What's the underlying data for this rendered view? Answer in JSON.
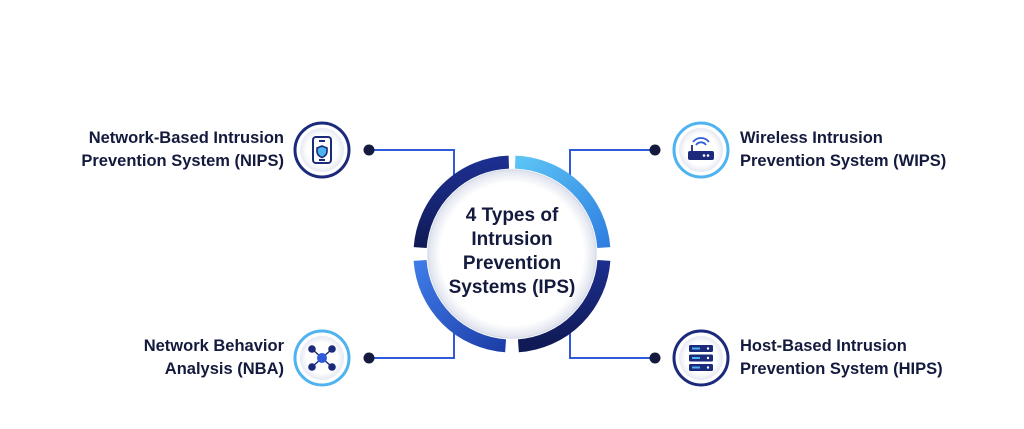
{
  "center": {
    "title_lines": [
      "4 Types of",
      "Intrusion",
      "Prevention",
      "Systems (IPS)"
    ]
  },
  "items": [
    {
      "id": "nips",
      "lines": [
        "Network-Based Intrusion",
        "Prevention System (NIPS)"
      ],
      "icon": "mobile-shield-icon"
    },
    {
      "id": "wips",
      "lines": [
        "Wireless Intrusion",
        "Prevention System (WIPS)"
      ],
      "icon": "wifi-router-icon"
    },
    {
      "id": "nba",
      "lines": [
        "Network Behavior",
        "Analysis (NBA)"
      ],
      "icon": "network-users-icon"
    },
    {
      "id": "hips",
      "lines": [
        "Host-Based Intrusion",
        "Prevention System (HIPS)"
      ],
      "icon": "server-rack-icon"
    }
  ],
  "colors": {
    "text": "#141a3d",
    "navy": "#1b2a7a",
    "blue": "#2f5bd8",
    "light_blue": "#4fb3f0",
    "connector": "#2f5bd8",
    "dot": "#141a3d",
    "ring_inner": "#eef0f6"
  }
}
